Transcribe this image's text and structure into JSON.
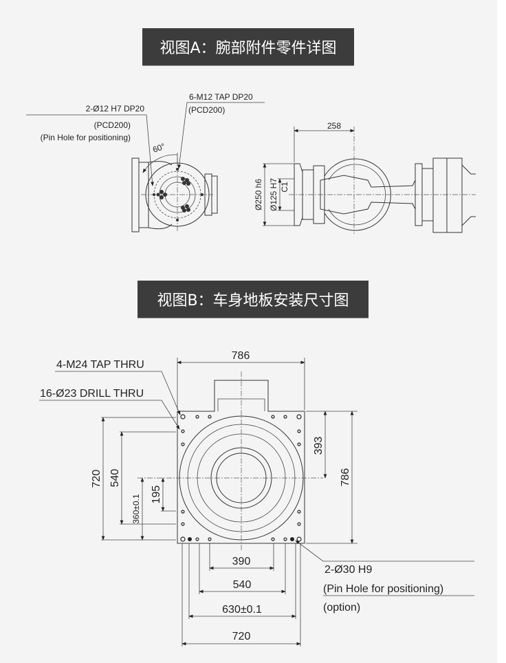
{
  "view_a": {
    "title": "视图A：腕部附件零件详图",
    "pin_hole_label": "2-Ø12 H7 DP20",
    "pin_hole_pcd": "(PCD200)",
    "pin_hole_note": "(Pin Hole for positioning)",
    "tap_label": "6-M12 TAP DP20",
    "tap_pcd": "(PCD200)",
    "angle": "60°",
    "dim_258": "258",
    "dim_250": "Ø250 h6",
    "dim_125": "Ø125 H7",
    "chamfer": "C1"
  },
  "view_b": {
    "title": "视图B：车身地板安装尺寸图",
    "tap_label": "4-M24 TAP THRU",
    "drill_label": "16-Ø23 DRILL THRU",
    "dim_top": "786",
    "dim_393": "393",
    "dim_right": "786",
    "dim_720_v": "720",
    "dim_540_v": "540",
    "dim_360": "360±0.1",
    "dim_195": "195",
    "dim_390": "390",
    "dim_540_h": "540",
    "dim_630": "630±0.1",
    "dim_720_h": "720",
    "pin_label": "2-Ø30 H9",
    "pin_note": "(Pin Hole for positioning)",
    "pin_option": "(option)"
  }
}
